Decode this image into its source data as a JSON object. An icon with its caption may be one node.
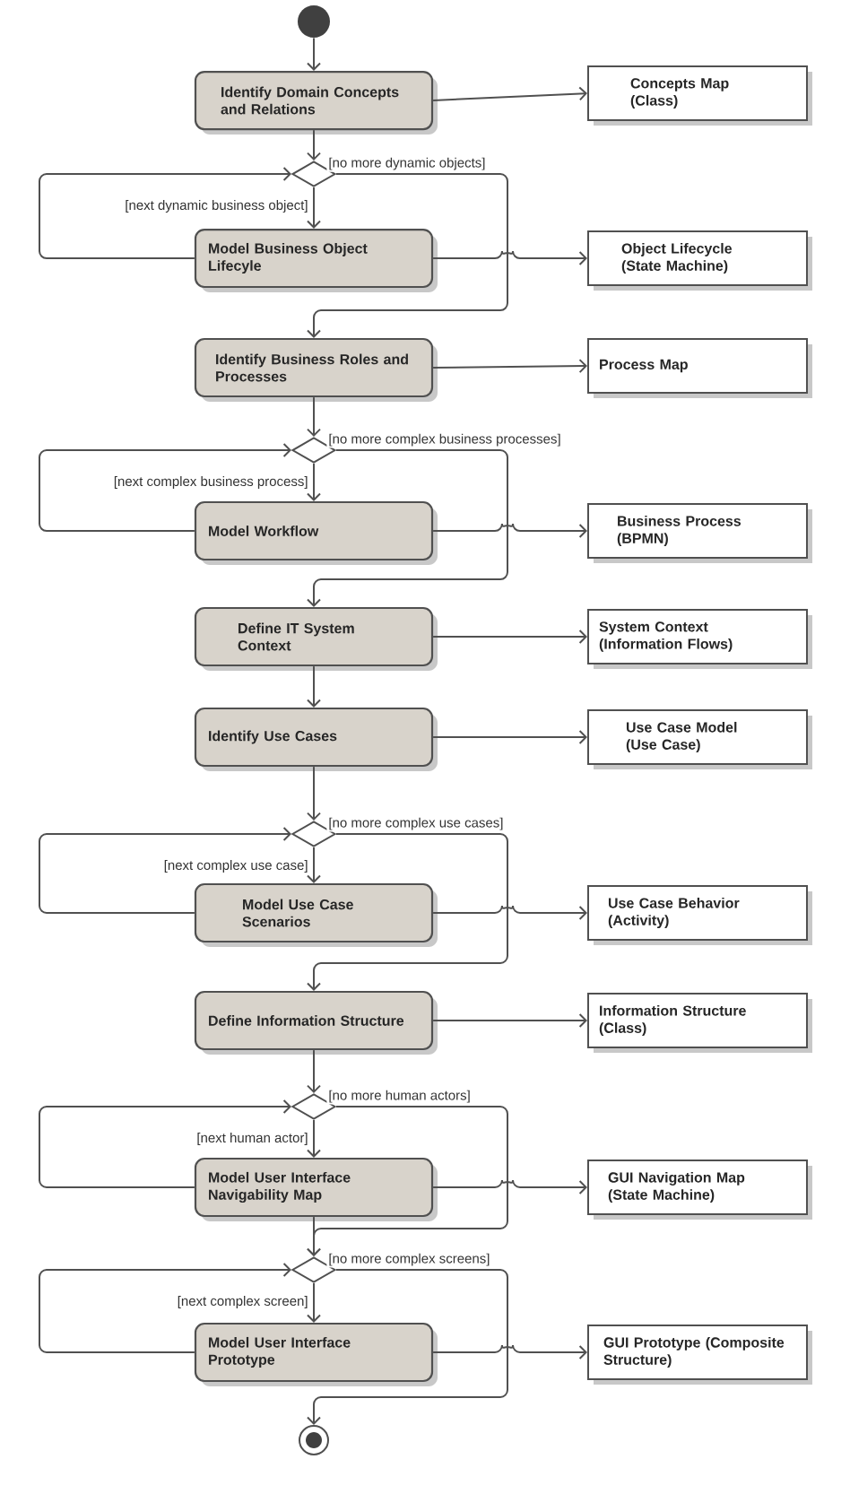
{
  "diagram": {
    "nodes": [
      {
        "text": [],
        "shape": "circle"
      },
      {
        "text": [
          "Identify Domain Concepts and Relations"
        ]
      },
      {
        "text": [
          "Concepts Map (Class)"
        ]
      },
      {
        "text": [],
        "shape": "diamond"
      },
      {
        "text": [
          "Model Business Object Lifecyle"
        ]
      },
      {
        "text": [
          "Object Lifecycle (State Machine)"
        ]
      },
      {
        "text": [
          "Identify Business Roles and Processes"
        ]
      },
      {
        "text": [
          "Process Map"
        ]
      },
      {
        "text": [],
        "shape": "diamond"
      },
      {
        "text": [
          "Model Workflow"
        ]
      },
      {
        "text": [
          "Business Process (BPMN)"
        ]
      },
      {
        "text": [
          "Define IT System Context"
        ]
      },
      {
        "text": [
          "System Context (Information Flows)"
        ]
      },
      {
        "text": [
          "Identify Use Cases"
        ]
      },
      {
        "text": [
          "Use Case Model (Use Case)"
        ]
      },
      {
        "text": [],
        "shape": "diamond"
      },
      {
        "text": [
          "Model Use Case Scenarios"
        ]
      },
      {
        "text": [
          "Use Case Behavior (Activity)"
        ]
      },
      {
        "text": [
          "Define Information Structure"
        ]
      },
      {
        "text": [
          "Information Structure (Class)"
        ]
      },
      {
        "text": [],
        "shape": "diamond"
      },
      {
        "text": [
          "Model User Interface Navigability Map"
        ]
      },
      {
        "text": [
          "GUI Navigation Map (State Machine)"
        ]
      },
      {
        "text": [],
        "shape": "diamond"
      },
      {
        "text": [
          "Model User Interface Prototype"
        ]
      },
      {
        "text": [
          "GUI Prototype (Composite Structure)"
        ]
      },
      {
        "text": [],
        "shape": "circle"
      }
    ],
    "edges": [
      {
        "from": 0,
        "to": 1,
        "arrow": "to"
      },
      {
        "from": 1,
        "to": 2,
        "arrow": "to"
      },
      {
        "from": 1,
        "to": 3,
        "arrow": "to"
      },
      {
        "from": 3,
        "to": 4,
        "arrow": "to",
        "label": "[next dynamic business object]"
      },
      {
        "from": 4,
        "to": 3,
        "arrow": "to"
      },
      {
        "from": 3,
        "to": 6,
        "arrow": "to",
        "label": "[no more dynamic objects]"
      },
      {
        "from": 4,
        "to": 5,
        "arrow": "to"
      },
      {
        "from": 6,
        "to": 7,
        "arrow": "to"
      },
      {
        "from": 6,
        "to": 8,
        "arrow": "to"
      },
      {
        "from": 8,
        "to": 9,
        "arrow": "to",
        "label": "[next complex business process]"
      },
      {
        "from": 9,
        "to": 8,
        "arrow": "to"
      },
      {
        "from": 8,
        "to": 11,
        "arrow": "to",
        "label": "[no more complex business processes]"
      },
      {
        "from": 9,
        "to": 10,
        "arrow": "to"
      },
      {
        "from": 11,
        "to": 12,
        "arrow": "to"
      },
      {
        "from": 11,
        "to": 13,
        "arrow": "to"
      },
      {
        "from": 13,
        "to": 14,
        "arrow": "to"
      },
      {
        "from": 13,
        "to": 15,
        "arrow": "to"
      },
      {
        "from": 15,
        "to": 16,
        "arrow": "to",
        "label": "[next complex use case]"
      },
      {
        "from": 16,
        "to": 15,
        "arrow": "to"
      },
      {
        "from": 15,
        "to": 18,
        "arrow": "to",
        "label": "[no more complex use cases]"
      },
      {
        "from": 16,
        "to": 17,
        "arrow": "to"
      },
      {
        "from": 18,
        "to": 19,
        "arrow": "to"
      },
      {
        "from": 18,
        "to": 20,
        "arrow": "to"
      },
      {
        "from": 20,
        "to": 21,
        "arrow": "to",
        "label": "[next human actor]"
      },
      {
        "from": 21,
        "to": 20,
        "arrow": "to"
      },
      {
        "from": 20,
        "to": 23,
        "arrow": "to",
        "label": "[no more human actors]"
      },
      {
        "from": 21,
        "to": 22,
        "arrow": "to"
      },
      {
        "from": 21,
        "to": 23,
        "arrow": "to"
      },
      {
        "from": 23,
        "to": 24,
        "arrow": "to",
        "label": "[next complex screen]"
      },
      {
        "from": 24,
        "to": 23,
        "arrow": "to"
      },
      {
        "from": 23,
        "to": 26,
        "arrow": "to",
        "label": "[no more complex screens]"
      },
      {
        "from": 24,
        "to": 25,
        "arrow": "to"
      }
    ]
  }
}
